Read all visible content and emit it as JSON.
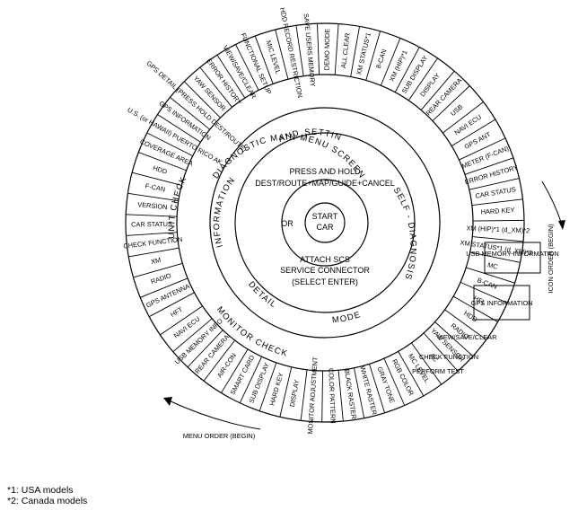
{
  "center": {
    "start": "START",
    "car": "CAR",
    "press_hold": "PRESS AND HOLD",
    "buttons": "DEST/ROUTE+MAP/GUIDE+CANCEL",
    "or": "OR",
    "attach": "ATTACH SCS",
    "connector": "SERVICE CONNECTOR",
    "select": "(SELECT ENTER)"
  },
  "inner_ring": {
    "information": "INFORMATION",
    "and": "AND",
    "setting": "SETTING",
    "main_menu": "DIAGNOSTIC MAIN MENU SCREEN",
    "self_diagnosis": "SELF - DIAGNOSIS",
    "mode": "MODE",
    "detail": "DETAIL"
  },
  "sections": {
    "unit_check": "UNIT CHECK",
    "monitor_check": "MONITOR CHECK"
  },
  "segments": [
    {
      "label": "XM STATUS*1"
    },
    {
      "label": "8-CAN"
    },
    {
      "label": "XM (HIP)*1"
    },
    {
      "label": "SUB DISPLAY"
    },
    {
      "label": "DISPLAY"
    },
    {
      "label": "REAR CAMERA"
    },
    {
      "label": "USB"
    },
    {
      "label": "NAVI ECU"
    },
    {
      "label": "GPS ANT"
    },
    {
      "label": "METER (F-CAN)"
    },
    {
      "label": "ERROR HISTORY"
    },
    {
      "label": "CAR STATUS"
    },
    {
      "label": "HARD KEY"
    },
    {
      "label": "XM (HIP)*1 (d_XM)*2"
    },
    {
      "label": "XM STATUS*1 (d_XM)*2"
    },
    {
      "label": "MC"
    },
    {
      "label": "B-CAN"
    },
    {
      "label": "HFL"
    },
    {
      "label": "HDD"
    },
    {
      "label": "RADIO"
    },
    {
      "label": "YAW SENSOR"
    },
    {
      "label": "AC"
    },
    {
      "label": "MC LEVEL"
    },
    {
      "label": "RGB COLOR"
    },
    {
      "label": "GRAY TONE"
    },
    {
      "label": "WHITE RASTER"
    },
    {
      "label": "BLACK RASTER"
    },
    {
      "label": "COLOR PATTERN"
    },
    {
      "label": "MONITOR ADJUSTMENT"
    },
    {
      "label": "DISPLAY"
    },
    {
      "label": "HARD KEY"
    },
    {
      "label": "SUB DISPLAY"
    },
    {
      "label": "SMART CARD"
    },
    {
      "label": "AIR-CON"
    },
    {
      "label": "REAR CAMERA"
    },
    {
      "label": "USB MEMORY INFO"
    },
    {
      "label": "NAVI ECU"
    },
    {
      "label": "HFT"
    },
    {
      "label": "GPS ANTENNA"
    },
    {
      "label": "RADIO"
    },
    {
      "label": "XM"
    },
    {
      "label": "CHECK FUNCTION"
    },
    {
      "label": "CAR STATUS"
    },
    {
      "label": "VERSION"
    },
    {
      "label": "F-CAN"
    },
    {
      "label": "HDD"
    },
    {
      "label": "COVERAGE AREA"
    },
    {
      "label": "U.S. (or HAWAII) PUERTO RICO AK"
    },
    {
      "label": "GPS INFORMATION"
    },
    {
      "label": "GPS DETAIL (PRESS HOLD DEST/ROUTE)"
    },
    {
      "label": "YAW SENSOR"
    },
    {
      "label": "ERROR HISTORY"
    },
    {
      "label": "VIEW/SAVE/CLEAR"
    },
    {
      "label": "FUNCTIONAL SETUP"
    },
    {
      "label": "MIC LEVEL"
    },
    {
      "label": "HDD RECORD RESTRICTION"
    },
    {
      "label": "SAVE USERS MEMORY"
    },
    {
      "label": "DEMO MODE"
    },
    {
      "label": "ALL CLEAR"
    }
  ],
  "right_group": [
    {
      "label": "USB MEMORY INFORMATION"
    },
    {
      "label": "GPS INFORMATION"
    },
    {
      "label": "VIEW/SAVE/CLEAR"
    },
    {
      "label": "CHECK FUNCTION"
    },
    {
      "label": "PERFORM TEST"
    }
  ],
  "arrows": {
    "icon_order": "ICON ORDER (BEGIN)",
    "menu_order": "MENU ORDER (BEGIN)"
  },
  "footnotes": [
    "*1: USA models",
    "*2: Canada models"
  ]
}
